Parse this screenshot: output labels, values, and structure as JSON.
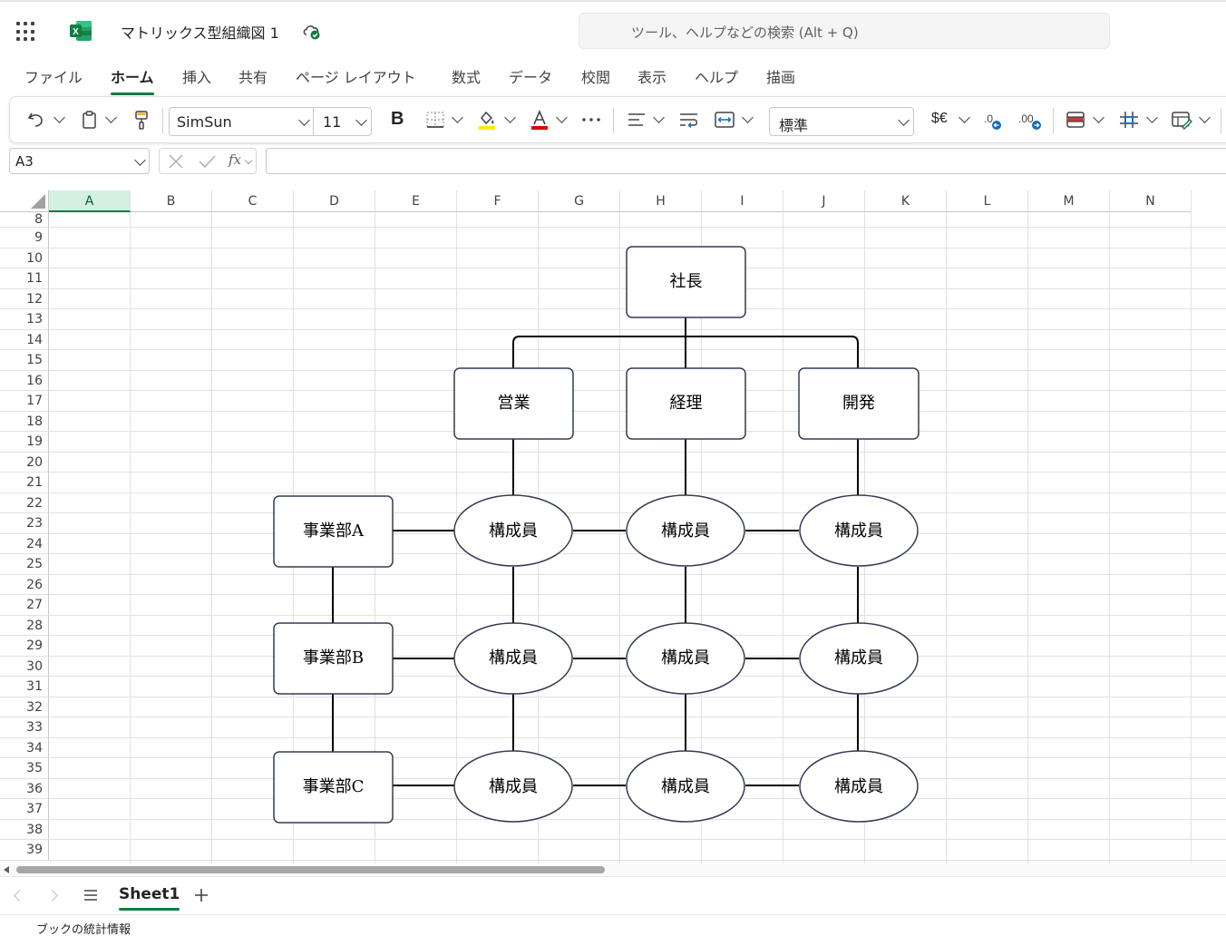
{
  "app": {
    "document_title": "マトリックス型組織図 1",
    "search_placeholder": "ツール、ヘルプなどの検索 (Alt + Q)",
    "accent_color": "#107c41"
  },
  "ribbon": {
    "tabs": [
      "ファイル",
      "ホーム",
      "挿入",
      "共有",
      "ページ レイアウト",
      "数式",
      "データ",
      "校閲",
      "表示",
      "ヘルプ",
      "描画"
    ],
    "active_tab": "ホーム",
    "font_name": "SimSun",
    "font_size": "11",
    "number_format": "標準",
    "bold_label": "B",
    "currency_label": "$€"
  },
  "formula_bar": {
    "name_box": "A3",
    "fx_label": "fx",
    "formula": ""
  },
  "grid": {
    "columns": [
      "A",
      "B",
      "C",
      "D",
      "E",
      "F",
      "G",
      "H",
      "I",
      "J",
      "K",
      "L",
      "M",
      "N"
    ],
    "selected_column": "A",
    "rows": [
      "8",
      "9",
      "10",
      "11",
      "12",
      "13",
      "14",
      "15",
      "16",
      "17",
      "18",
      "19",
      "20",
      "21",
      "22",
      "23",
      "24",
      "25",
      "26",
      "27",
      "28",
      "29",
      "30",
      "31",
      "32",
      "33",
      "34",
      "35",
      "36",
      "37",
      "38",
      "39"
    ]
  },
  "diagram": {
    "president": "社長",
    "departments": [
      "営業",
      "経理",
      "開発"
    ],
    "divisions": [
      "事業部A",
      "事業部B",
      "事業部C"
    ],
    "member_label": "構成員"
  },
  "sheets": {
    "tabs": [
      "Sheet1"
    ],
    "active": "Sheet1"
  },
  "status": {
    "workbook_stats": "ブックの統計情報"
  }
}
